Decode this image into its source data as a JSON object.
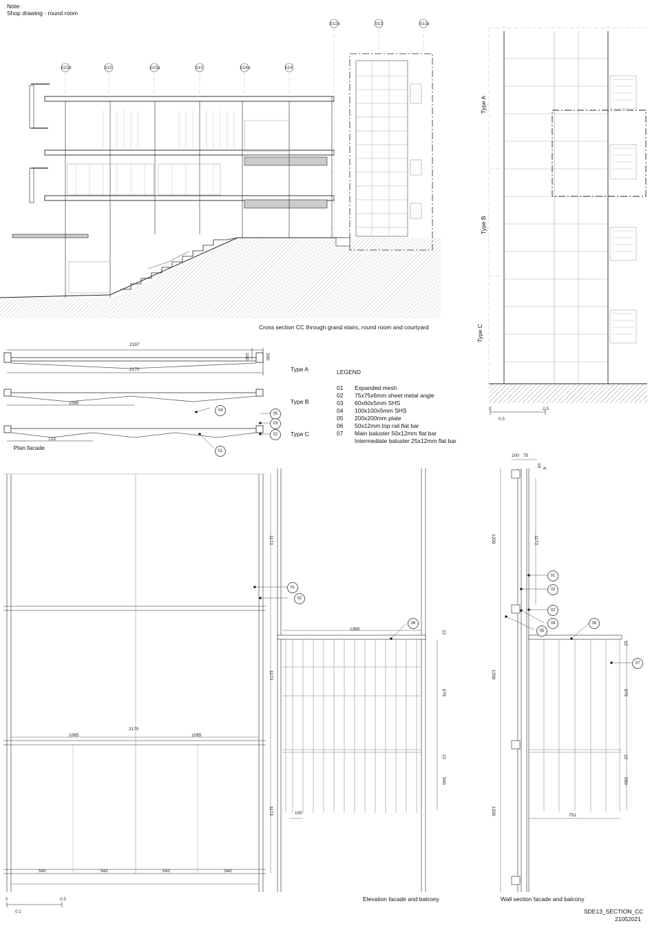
{
  "note": {
    "line1": "Note:",
    "line2": "Shop drawing - round room"
  },
  "section": {
    "caption": "Cross section CC through grand stairs, round room and courtyard",
    "grid_tags": [
      "b15d",
      "b15",
      "b15a",
      "b15",
      "b14a",
      "b14"
    ],
    "grid_tags_top": [
      "b12a",
      "b13",
      "b12a"
    ]
  },
  "side_elevation": {
    "type_labels": [
      "Type A",
      "Type B",
      "Type C"
    ],
    "scale_labels": [
      "0",
      "2.5",
      "0.5"
    ]
  },
  "plan": {
    "caption": "Plan facade",
    "dims": {
      "overall_top": "2197",
      "overall_mid": "2170",
      "half": "1085",
      "third": "723",
      "h100": "100",
      "h200": "200"
    },
    "type_labels": [
      "Type A",
      "Type B",
      "Type C"
    ]
  },
  "legend": {
    "title": "LEGEND",
    "items": [
      {
        "code": "01",
        "text": "Expanded mesh"
      },
      {
        "code": "02",
        "text": "75x75x6mm sheet metal angle"
      },
      {
        "code": "03",
        "text": "60x60x5mm SHS"
      },
      {
        "code": "04",
        "text": "100x100x5mm SHS"
      },
      {
        "code": "05",
        "text": "200x200mm plate"
      },
      {
        "code": "06",
        "text": "50x12mm top rail flat bar"
      },
      {
        "code": "07",
        "text": "Main baluster 50x12mm flat bar"
      },
      {
        "code": "",
        "text": "Intermediate baluster 25x12mm flat bar"
      }
    ]
  },
  "elevation": {
    "caption": "Elevation facade and balcony",
    "dims": {
      "h1173": "1173",
      "w1360": "1360",
      "w2170": "2170",
      "w1085": "1085",
      "w542": "542",
      "h976": "976",
      "h12": "12",
      "h500": "500",
      "w100": "100"
    },
    "scale_labels": [
      "0",
      "0.5",
      "0.1"
    ],
    "tags": {
      "t01": "01",
      "t02": "02",
      "t06": "06"
    }
  },
  "wall_section": {
    "caption": "Wall section facade and balcony",
    "dims": {
      "w100": "100",
      "w75": "75",
      "w15": "15",
      "w6": "6",
      "h1173": "1173",
      "h1200": "1200",
      "h976": "976",
      "h12": "12",
      "h500": "500",
      "w751": "751"
    },
    "tags": {
      "t01": "01",
      "t03": "03",
      "t02": "02",
      "t04": "04",
      "t05": "05",
      "t06": "06",
      "t07": "07"
    }
  },
  "sheet": {
    "code": "SDE13_SECTION_CC",
    "date": "21052021"
  }
}
